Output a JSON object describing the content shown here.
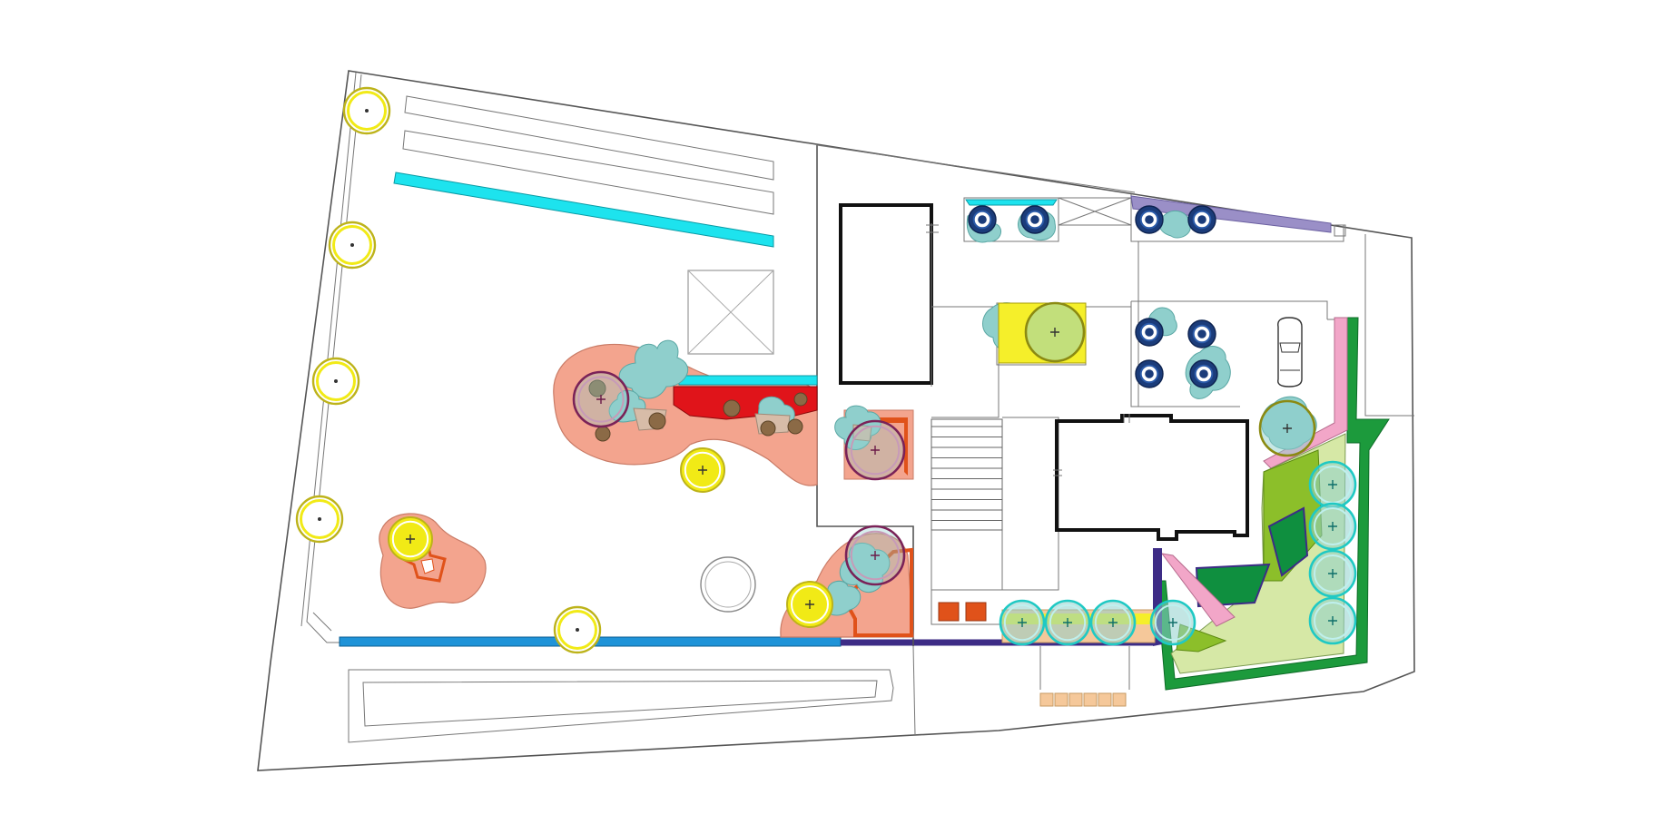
{
  "plan": {
    "colors": {
      "bed": "#f3a48e",
      "shrub": "#8fcfcc",
      "shrub_dark": "#5db0ad",
      "stone": "#d7bca8",
      "boulder": "#8b6a46",
      "red_bed": "#e0141a",
      "cyan_strip": "#1de3ee",
      "blue_edge": "#1f93d8",
      "purple_edge": "#3d2c86",
      "lavender_strip": "#9a8fc7",
      "yellow_tree": "#f1ea16",
      "yellow_ring": "#bdb31a",
      "magenta_ring": "#7a2258",
      "navy_shrub": "#1b3c7a",
      "teal_ring": "#1fc9c4",
      "green_border": "#1c9a3c",
      "lime": "#8cbf2a",
      "pale_green": "#d6e8a6",
      "dark_green": "#0f8f3f",
      "pink": "#f2a6c8",
      "orange_tile": "#e0521a",
      "planter_peach": "#f5c89a",
      "yellow_pad": "#f5ef2a"
    },
    "symbols": {
      "tree": "tree-canopy-symbol",
      "shrub": "shrub-symbol",
      "boulder": "boulder-symbol",
      "car": "car-icon",
      "fountain": "fountain-icon",
      "skylight": "skylight-icon",
      "stairs": "stairs-icon"
    }
  }
}
